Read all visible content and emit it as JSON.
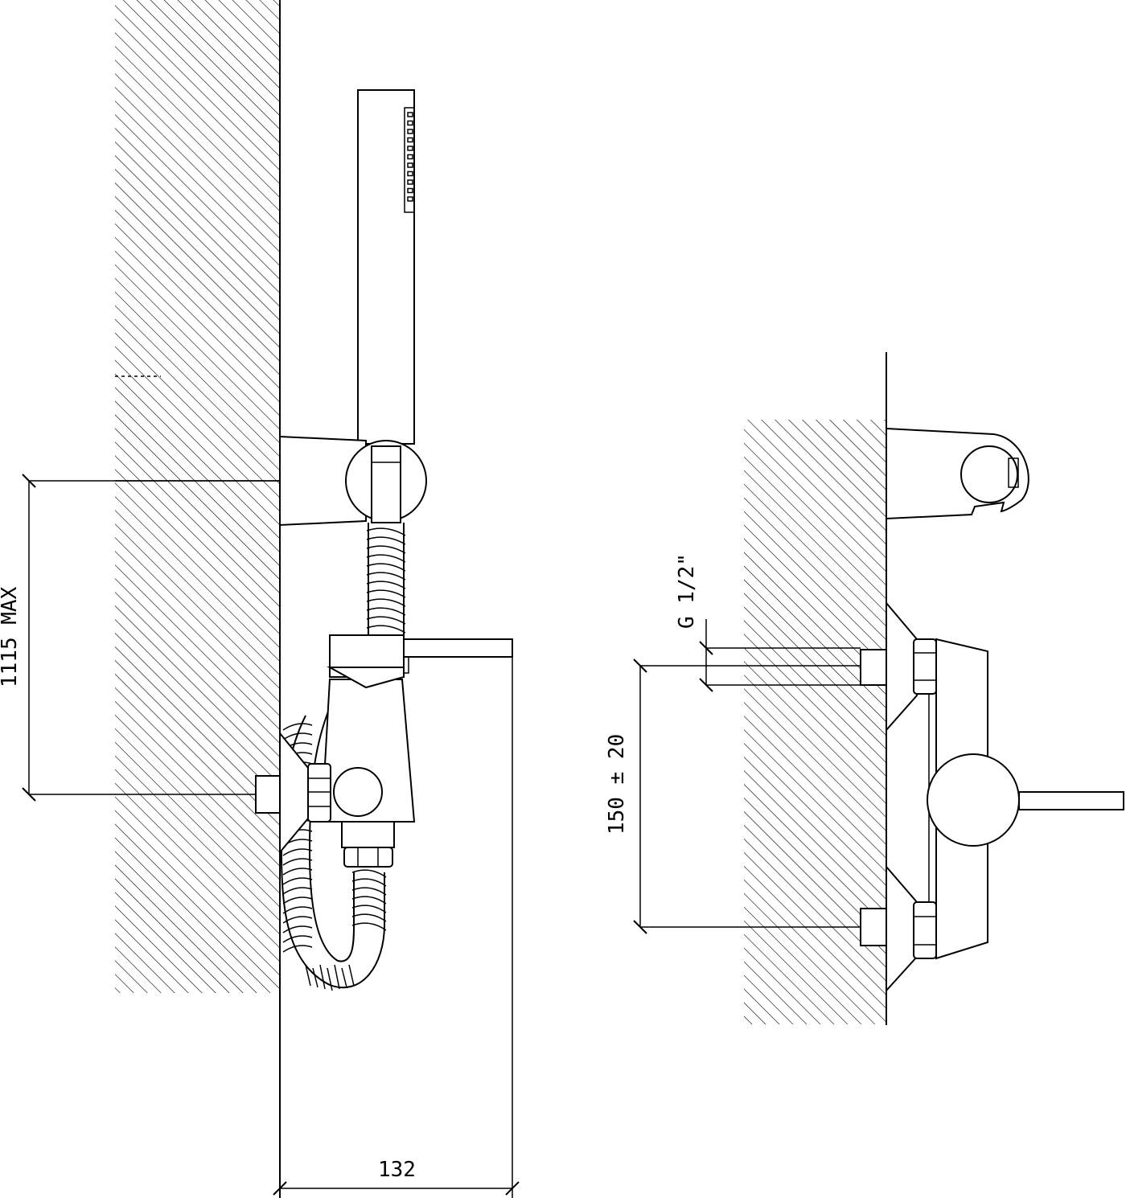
{
  "dimensions": {
    "height_max": "1115 MAX",
    "depth": "132",
    "spacing": "150 ± 20",
    "thread": "G 1/2\""
  },
  "colors": {
    "line": "#000000",
    "background": "#ffffff"
  }
}
